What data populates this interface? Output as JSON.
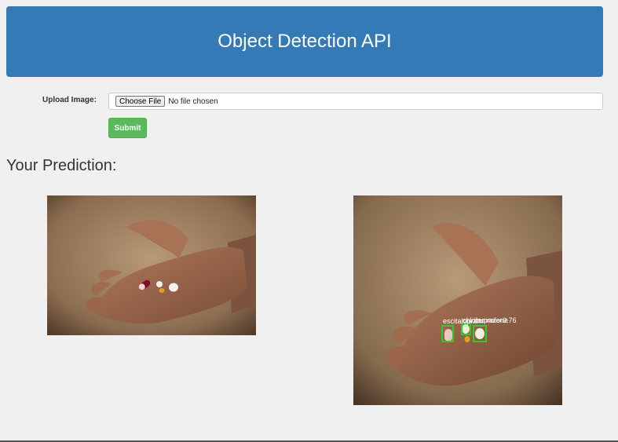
{
  "header": {
    "title": "Object Detection API"
  },
  "form": {
    "upload_label": "Upload Image:",
    "choose_file_label": "Choose File",
    "file_status": "No file chosen",
    "submit_label": "Submit"
  },
  "results": {
    "heading": "Your Prediction:",
    "detections": [
      {
        "label": "escitalopram"
      },
      {
        "label": "chlorzoxazone"
      },
      {
        "label": "ibuprofen"
      },
      {
        "label": "0.76"
      }
    ]
  },
  "colors": {
    "header_bg": "#337ab7",
    "submit_bg": "#5cb85c",
    "box_color": "#2ecc2e",
    "page_bg": "#f0f0f0"
  }
}
